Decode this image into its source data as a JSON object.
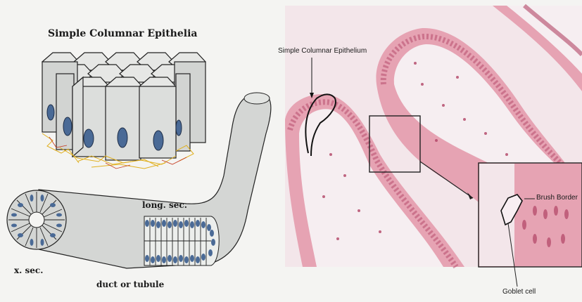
{
  "left_panel": {
    "title": "Simple Columnar Epithelia",
    "label_long_section": "long. sec.",
    "label_cross_section": "x. sec.",
    "label_duct": "duct or tubule"
  },
  "right_panel": {
    "label_epithelium": "Simple Columnar Epithelium",
    "label_brush_border": "Brush Border",
    "label_goblet_cell": "Goblet cell"
  },
  "colors": {
    "cell_fill": "#d6d8d6",
    "nucleus": "#4a6a96",
    "tissue_pink": "#e6a3b3",
    "tissue_dark": "#b24466",
    "lumen": "#f6eef1",
    "fiber": "#e0b020"
  }
}
